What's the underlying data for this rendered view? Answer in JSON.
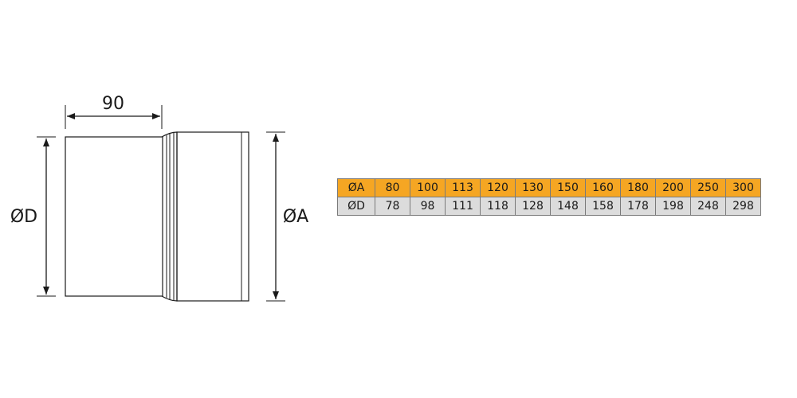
{
  "drawing": {
    "length_label": "90",
    "diameter_d_label": "ØD",
    "diameter_a_label": "ØA"
  },
  "table": {
    "rows": [
      {
        "header": "ØA",
        "values": [
          "80",
          "100",
          "113",
          "120",
          "130",
          "150",
          "160",
          "180",
          "200",
          "250",
          "300"
        ]
      },
      {
        "header": "ØD",
        "values": [
          "78",
          "98",
          "111",
          "118",
          "128",
          "148",
          "158",
          "178",
          "198",
          "248",
          "298"
        ]
      }
    ]
  },
  "colors": {
    "header_row_fill": "#f5a623",
    "second_row_fill": "#dcdcdc",
    "line": "#1a1a1a"
  }
}
